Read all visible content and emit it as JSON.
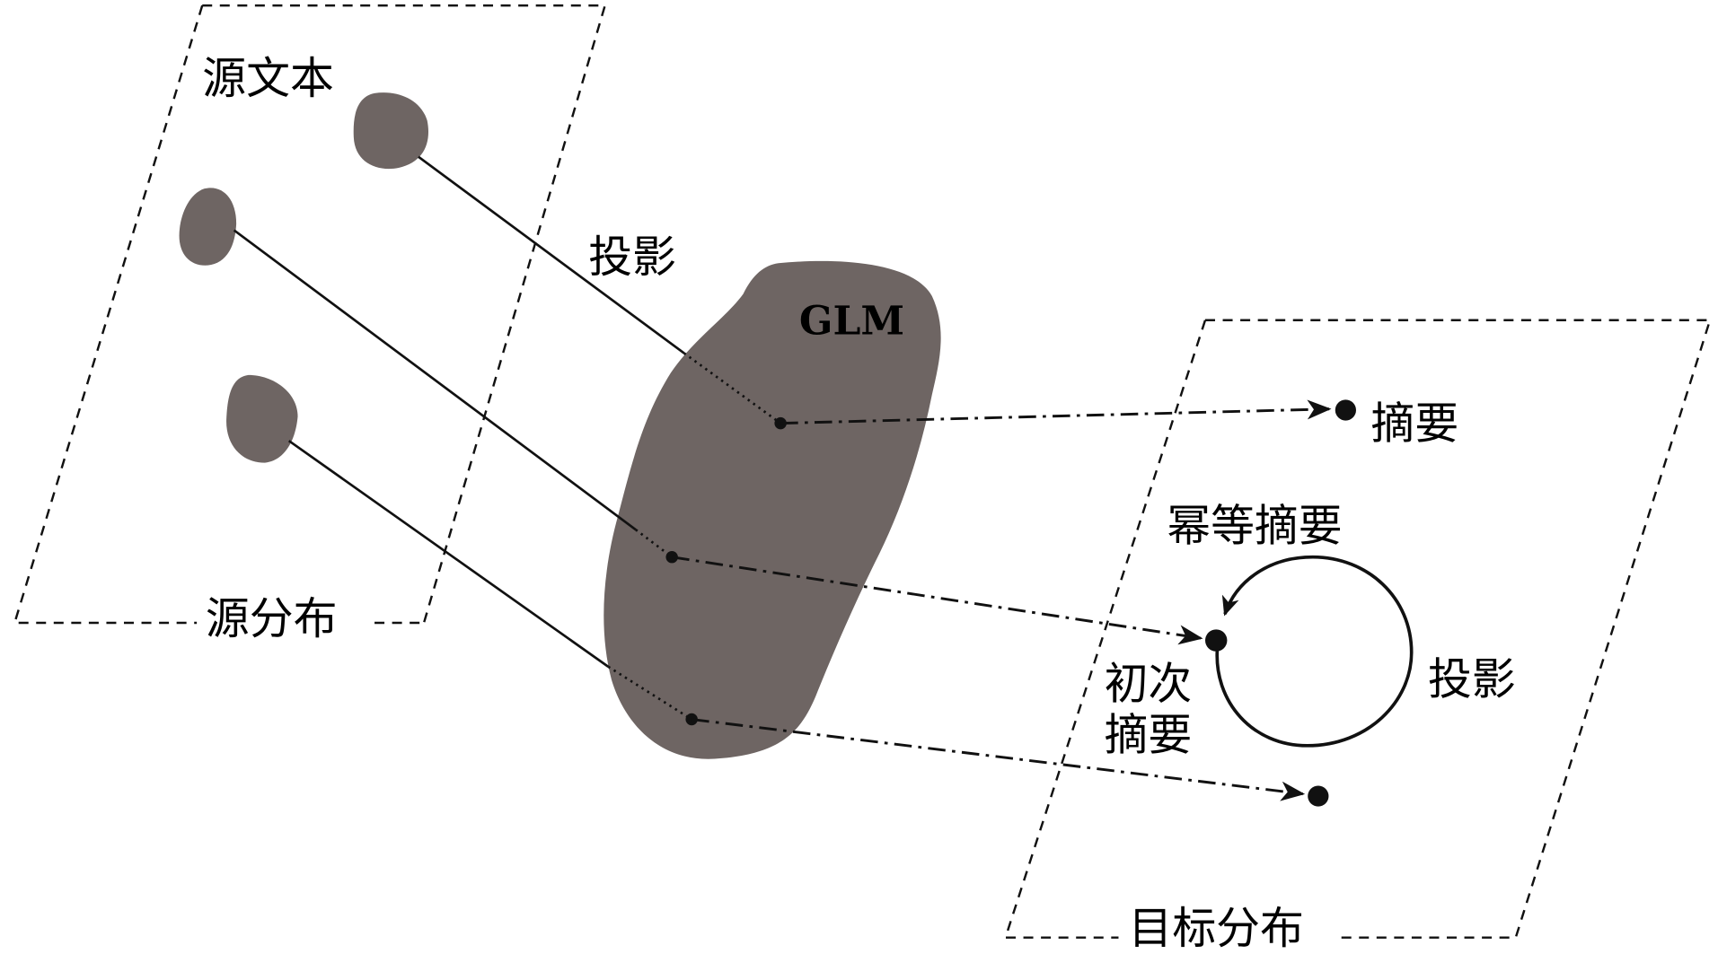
{
  "source_plane": {
    "title": "源文本",
    "bottom_label": "源分布"
  },
  "model": {
    "label": "GLM",
    "fill_color": "#6e6563"
  },
  "projection_label": "投影",
  "target_plane": {
    "bottom_label": "目标分布",
    "summary_label": "摘要",
    "idempotent_label": "幂等摘要",
    "initial_summary_line1": "初次",
    "initial_summary_line2": "摘要",
    "loop_projection_label": "投影"
  },
  "colors": {
    "blob": "#6e6563",
    "line": "#111111",
    "background": "#ffffff"
  }
}
